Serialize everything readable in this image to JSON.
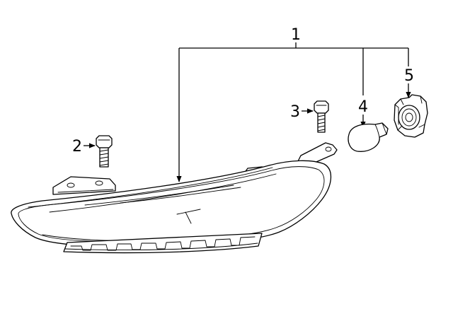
{
  "callouts": [
    {
      "id": "1",
      "label": "1"
    },
    {
      "id": "2",
      "label": "2"
    },
    {
      "id": "3",
      "label": "3"
    },
    {
      "id": "4",
      "label": "4"
    },
    {
      "id": "5",
      "label": "5"
    }
  ],
  "parts": {
    "headlamp_assembly": "headlamp-assembly",
    "bolt_left": "bolt",
    "bolt_right": "bolt",
    "bulb": "bulb",
    "socket": "bulb-socket"
  }
}
